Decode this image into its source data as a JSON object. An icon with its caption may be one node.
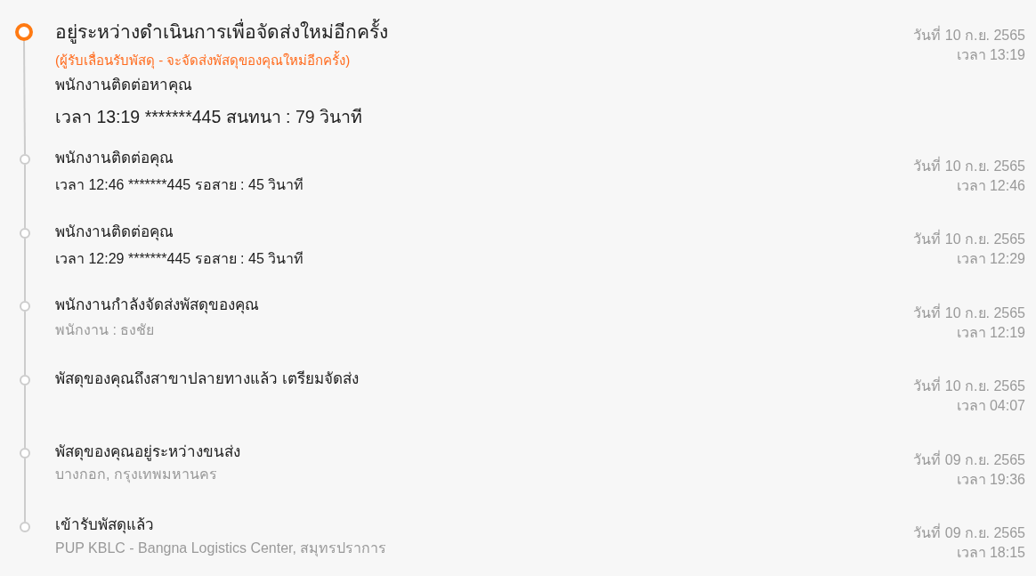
{
  "diagram": {
    "nodes": [
      {
        "text": [],
        "shape": "circle",
        "beside": [
          "อยู่ระหว่างดำเนินการเพื่อจัดส่งใหม่อีกครั้ง",
          "(ผู้รับเลื่อนรับพัสดุ - จะจัดส่งพัสดุของคุณใหม่อีกครั้ง)",
          "พนักงานติดต่อหาคุณ",
          "เวลา 13:19 *******445 สนทนา : 79 วินาที",
          "วันที่ 10 ก.ย. 2565",
          "เวลา 13:19"
        ]
      },
      {
        "text": [],
        "shape": "circle",
        "beside": [
          "พนักงานติดต่อคุณ",
          "เวลา 12:46 *******445 รอสาย : 45 วินาที",
          "วันที่ 10 ก.ย. 2565",
          "เวลา 12:46"
        ]
      },
      {
        "text": [],
        "shape": "circle",
        "beside": [
          "พนักงานติดต่อคุณ",
          "เวลา 12:29 *******445 รอสาย : 45 วินาที",
          "วันที่ 10 ก.ย. 2565",
          "เวลา 12:29"
        ]
      },
      {
        "text": [],
        "shape": "circle",
        "beside": [
          "พนักงานกำลังจัดส่งพัสดุของคุณ",
          "พนักงาน : ธงชัย",
          "วันที่ 10 ก.ย. 2565",
          "เวลา 12:19"
        ]
      },
      {
        "text": [],
        "shape": "circle",
        "beside": [
          "พัสดุของคุณถึงสาขาปลายทางแล้ว เตรียมจัดส่ง",
          "วันที่ 10 ก.ย. 2565",
          "เวลา 04:07"
        ]
      },
      {
        "text": [],
        "shape": "circle",
        "beside": [
          "พัสดุของคุณอยู่ระหว่างขนส่ง",
          "บางกอก, กรุงเทพมหานคร",
          "วันที่ 09 ก.ย. 2565",
          "เวลา 19:36"
        ]
      },
      {
        "text": [],
        "shape": "circle",
        "beside": [
          "เข้ารับพัสดุแล้ว",
          "PUP KBLC - Bangna Logistics Center, สมุทรปราการ",
          "วันที่ 09 ก.ย. 2565",
          "เวลา 18:15"
        ]
      }
    ],
    "edges": [
      {
        "from": 0,
        "to": 1,
        "arrow": "none"
      },
      {
        "from": 1,
        "to": 2,
        "arrow": "none"
      },
      {
        "from": 2,
        "to": 3,
        "arrow": "none"
      },
      {
        "from": 3,
        "to": 4,
        "arrow": "none"
      },
      {
        "from": 4,
        "to": 5,
        "arrow": "none"
      },
      {
        "from": 5,
        "to": 6,
        "arrow": "none"
      }
    ]
  }
}
